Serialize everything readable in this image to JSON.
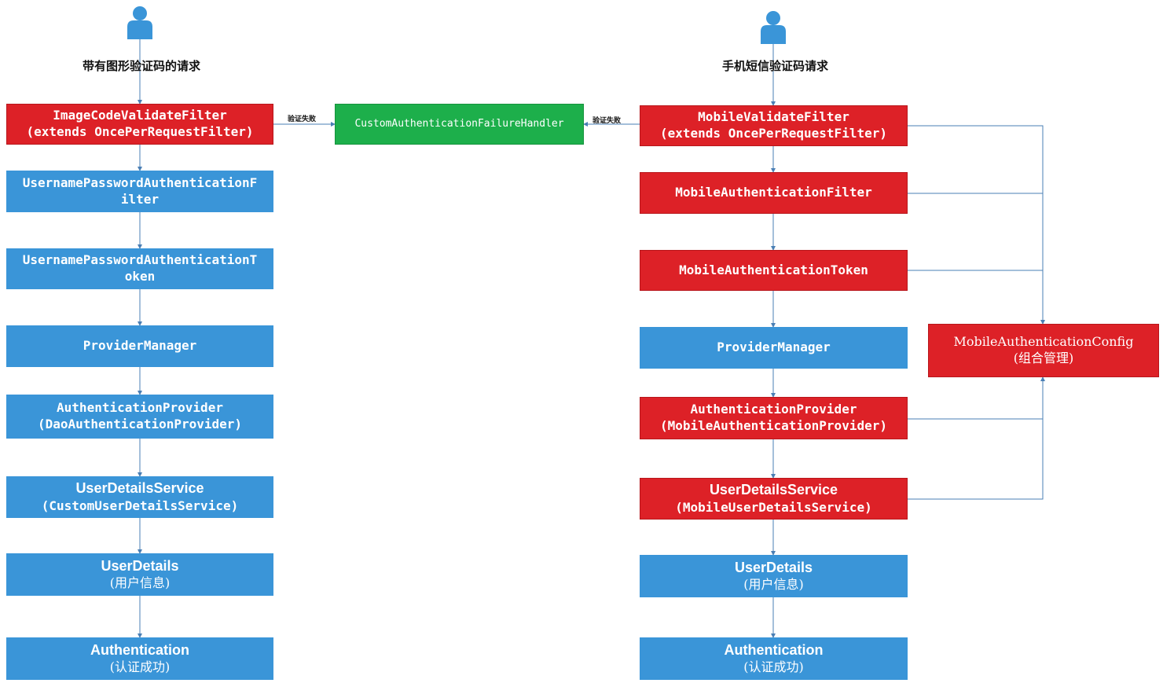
{
  "left": {
    "caption": "带有图形验证码的请求",
    "boxes": [
      {
        "l1": "ImageCodeValidateFilter",
        "l2": "(extends OncePerRequestFilter)"
      },
      {
        "l1": "UsernamePasswordAuthenticationF",
        "l2": "ilter"
      },
      {
        "l1": "UsernamePasswordAuthenticationT",
        "l2": "oken"
      },
      {
        "l1": "ProviderManager"
      },
      {
        "l1": "AuthenticationProvider",
        "l2": "(DaoAuthenticationProvider)"
      },
      {
        "l1": "UserDetailsService",
        "l2": "(CustomUserDetailsService)"
      },
      {
        "l1": "UserDetails",
        "l2": "(用户信息)"
      },
      {
        "l1": "Authentication",
        "l2": "(认证成功)"
      }
    ]
  },
  "right": {
    "caption": "手机短信验证码请求",
    "boxes": [
      {
        "l1": "MobileValidateFilter",
        "l2": "(extends OncePerRequestFilter)"
      },
      {
        "l1": "MobileAuthenticationFilter"
      },
      {
        "l1": "MobileAuthenticationToken"
      },
      {
        "l1": "ProviderManager"
      },
      {
        "l1": "AuthenticationProvider",
        "l2": "(MobileAuthenticationProvider)"
      },
      {
        "l1": "UserDetailsService",
        "l2": "(MobileUserDetailsService)"
      },
      {
        "l1": "UserDetails",
        "l2": "(用户信息)"
      },
      {
        "l1": "Authentication",
        "l2": "(认证成功)"
      }
    ]
  },
  "failure_handler": {
    "label": "CustomAuthenticationFailureHandler"
  },
  "config": {
    "l1": "MobileAuthenticationConfig",
    "l2": "(组合管理)"
  },
  "edges": {
    "left_fail": "验证失败",
    "right_fail": "验证失败"
  },
  "colors": {
    "blue": "#3a95d8",
    "red": "#dd2127",
    "green": "#1daf4b",
    "line": "#4a7fb5"
  },
  "icons": {
    "user": "person-icon"
  }
}
